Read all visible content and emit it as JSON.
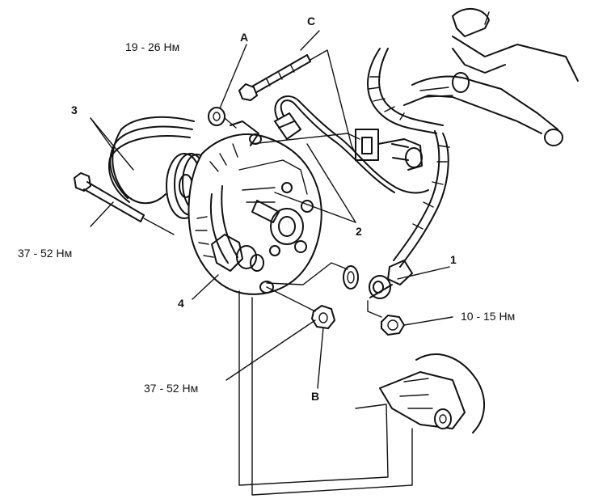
{
  "labels": {
    "a": "A",
    "b": "B",
    "c": "C",
    "n1": "1",
    "n2": "2",
    "n3": "3",
    "n4": "4",
    "torque_a": "19 - 26 Нм",
    "torque_bolt": "37 - 52 Нм",
    "torque_b": "37 - 52 Нм",
    "torque_nut": "10 - 15 Нм"
  }
}
